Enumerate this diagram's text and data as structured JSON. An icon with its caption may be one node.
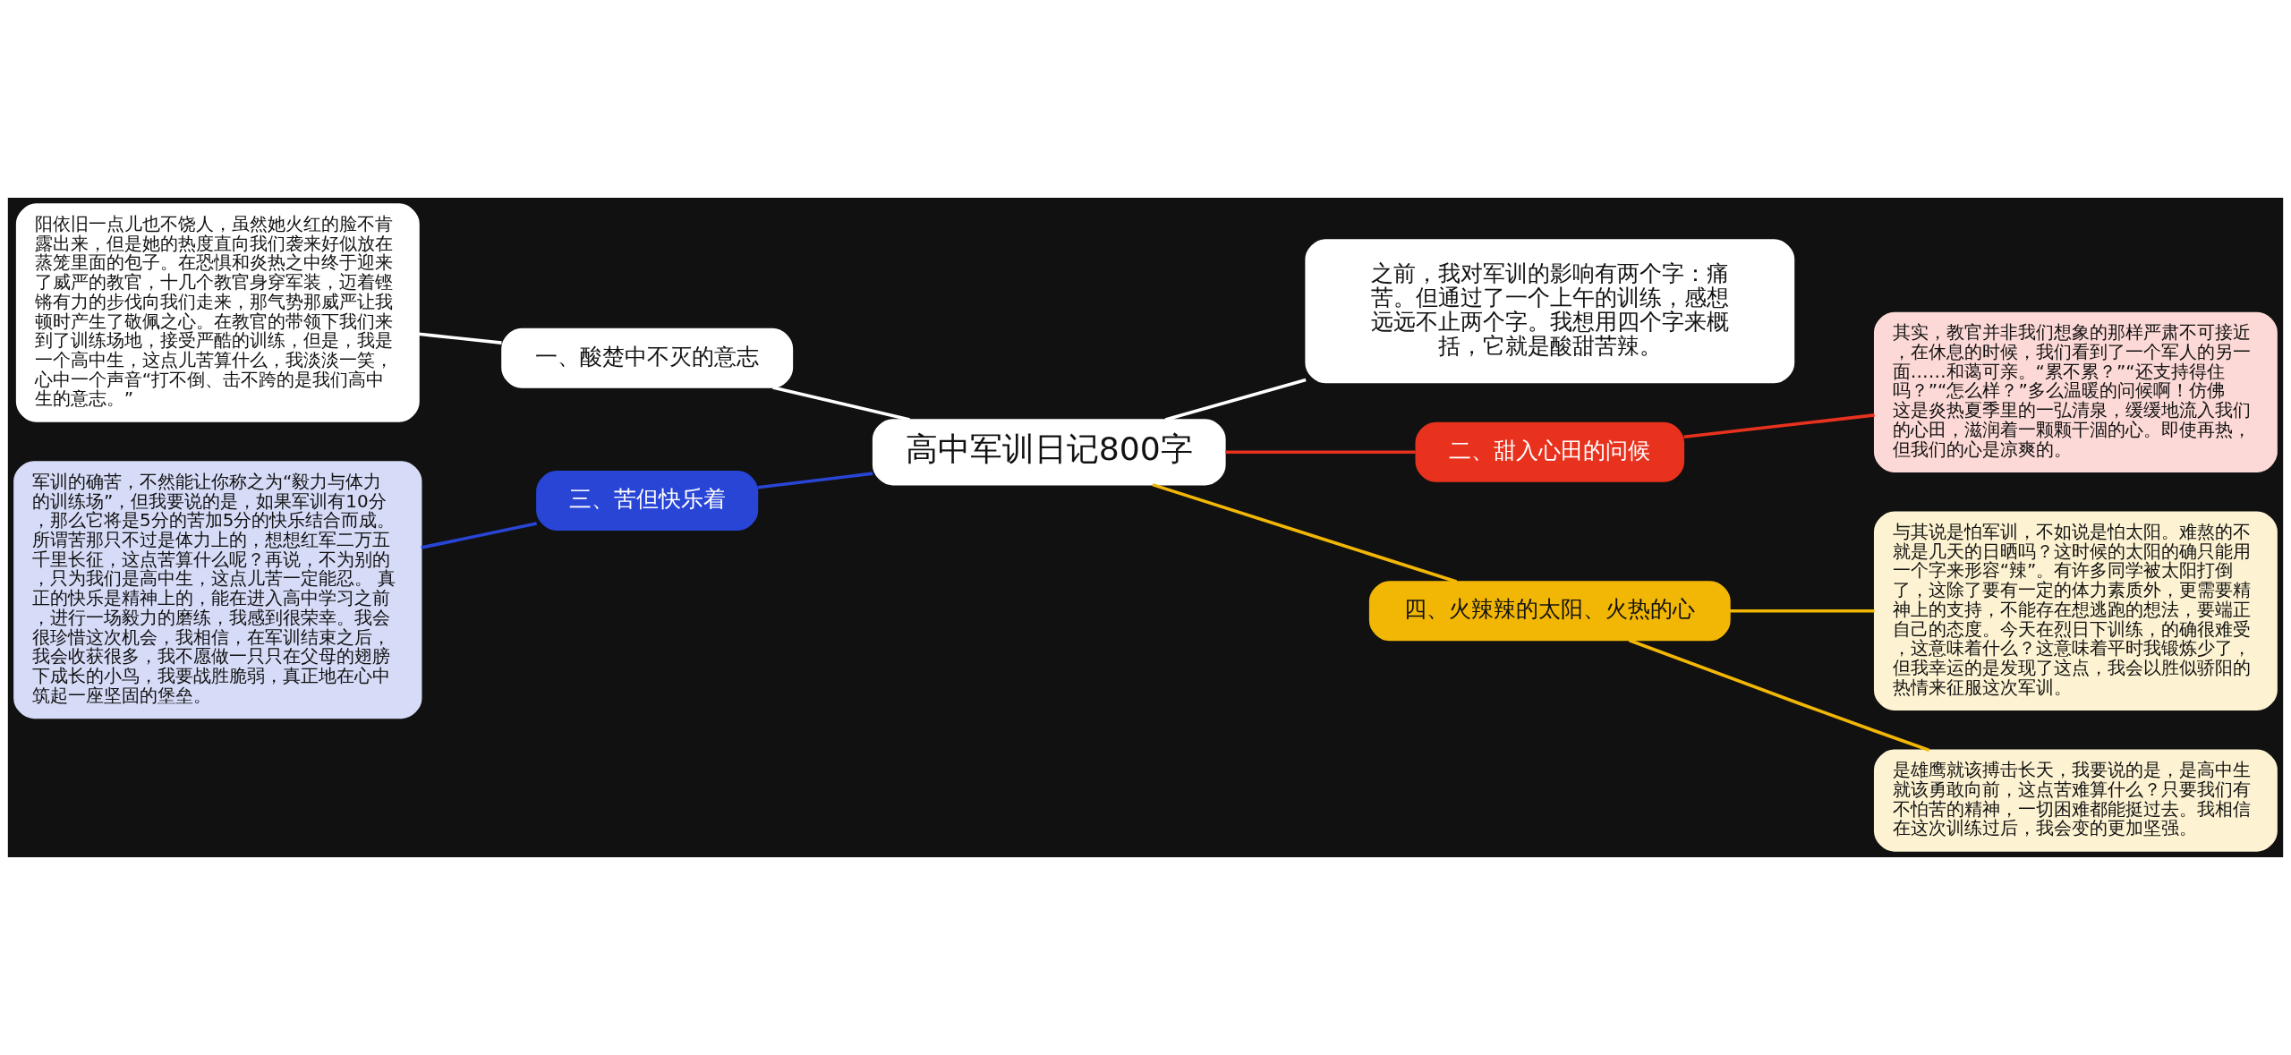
{
  "diagram": {
    "nodes": [
      {
        "text": [
          "高中军训日记800字"
        ]
      },
      {
        "text": [
          "之前，我对军训的影响有两个字：痛苦。但通过了一个上午的训练，感想远远不止两个字。我想用四个字来概括，它就是酸甜苦辣。"
        ]
      },
      {
        "text": [
          "一、酸楚中不灭的意志"
        ]
      },
      {
        "text": [
          "阳依旧一点儿也不饶人，虽然她火红的脸不肯露出来，但是她的热度直向我们袭来好似放在蒸笼里面的包子。在恐惧和炎热之中终于迎来了威严的教官，十几个教官身穿军装，迈着铿锵有力的步伐向我们走来，那气势那威严让我顿时产生了敬佩之心。在教官的带领下我们来到了训练场地，接受严酷的训练，但是，我是一个高中生，这点儿苦算什么，我淡淡一笑，心中一个声音“打不倒、击不跨的是我们高中生的意志。”"
        ]
      },
      {
        "text": [
          "二、甜入心田的问候"
        ]
      },
      {
        "text": [
          "其实，教官并非我们想象的那样严肃不可接近，在休息的时候，我们看到了一个军人的另一面……和蔼可亲。“累不累？”“还支持得住吗？”“怎么样？”多么温暖的问候啊！仿佛这是炎热夏季里的一弘清泉，缓缓地流入我们的心田，滋润着一颗颗干涸的心。即使再热，但我们的心是凉爽的。"
        ]
      },
      {
        "text": [
          "三、苦但快乐着"
        ]
      },
      {
        "text": [
          "军训的确苦，不然能让你称之为“毅力与体力的训练场”，但我要说的是，如果军训有10分，那么它将是5分的苦加5分的快乐结合而成。所谓苦那只不过是体力上的，想想红军二万五千里长征，这点苦算什么呢？再说，不为别的，只为我们是高中生，这点儿苦一定能忍。 真正的快乐是精神上的，能在进入高中学习之前，进行一场毅力的磨练，我感到很荣幸。我会很珍惜这次机会，我相信，在军训结束之后，我会收获很多，我不愿做一只只在父母的翅膀下成长的小鸟，我要战胜脆弱，真正地在心中筑起一座坚固的堡垒。"
        ]
      },
      {
        "text": [
          "四、火辣辣的太阳、火热的心"
        ]
      },
      {
        "text": [
          "与其说是怕军训，不如说是怕太阳。难熬的不就是几天的日晒吗？这时候的太阳的确只能用一个字来形容“辣”。有许多同学被太阳打倒了，这除了要有一定的体力素质外，更需要精神上的支持，不能存在想逃跑的想法，要端正自己的态度。今天在烈日下训练，的确很难受，这意味着什么？这意味着平时我锻炼少了，但我幸运的是发现了这点，我会以胜似骄阳的热情来征服这次军训。"
        ]
      },
      {
        "text": [
          "是雄鹰就该搏击长天，我要说的是，是高中生就该勇敢向前，这点苦难算什么？只要我们有不怕苦的精神，一切困难都能挺过去。我相信在这次训练过后，我会变的更加坚强。"
        ]
      }
    ],
    "edges": [
      {
        "from": 0,
        "to": 1,
        "arrow": "none",
        "color": "#ffffff"
      },
      {
        "from": 0,
        "to": 2,
        "arrow": "none",
        "color": "#ffffff"
      },
      {
        "from": 2,
        "to": 3,
        "arrow": "none",
        "color": "#ffffff"
      },
      {
        "from": 0,
        "to": 4,
        "arrow": "none",
        "color": "#e8321e"
      },
      {
        "from": 4,
        "to": 5,
        "arrow": "none",
        "color": "#e8321e"
      },
      {
        "from": 0,
        "to": 6,
        "arrow": "none",
        "color": "#2845d6"
      },
      {
        "from": 6,
        "to": 7,
        "arrow": "none",
        "color": "#2845d6"
      },
      {
        "from": 0,
        "to": 8,
        "arrow": "none",
        "color": "#f2b705"
      },
      {
        "from": 8,
        "to": 9,
        "arrow": "none",
        "color": "#f2b705"
      },
      {
        "from": 8,
        "to": 10,
        "arrow": "none",
        "color": "#f2b705"
      }
    ]
  }
}
